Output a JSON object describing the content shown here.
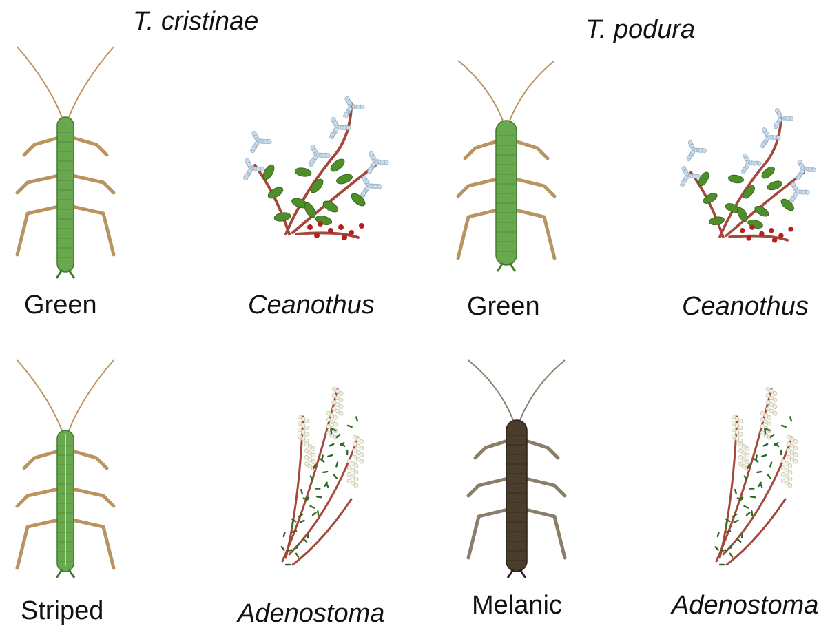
{
  "species": [
    {
      "name": "T. cristinae"
    },
    {
      "name": "T. podura"
    }
  ],
  "panels": [
    {
      "morph": "Green",
      "plant": "Ceanothus"
    },
    {
      "morph": "Green",
      "plant": "Ceanothus"
    },
    {
      "morph": "Striped",
      "plant": "Adenostoma"
    },
    {
      "morph": "Melanic",
      "plant": "Adenostoma"
    }
  ],
  "colors": {
    "green_body": "#6aa84f",
    "green_dark": "#3f7a2c",
    "leg_tan": "#b99460",
    "melanic_body": "#4a3d2c",
    "melanic_dark": "#2a2118",
    "leaf_green": "#4f8e2a",
    "flower_blue": "#c9dcec",
    "flower_white": "#f0efe2",
    "berry_red": "#b41f1f",
    "stem_red": "#a4483b"
  },
  "icons": [
    "stick-insect",
    "ceanothus-branch",
    "adenostoma-branch"
  ]
}
